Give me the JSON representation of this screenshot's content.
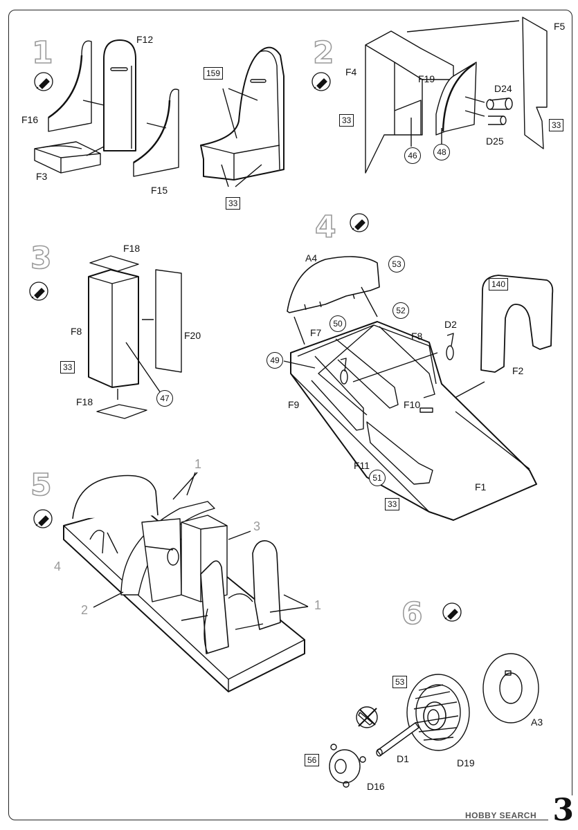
{
  "page_number": "3",
  "watermark": "HOBBY SEARCH",
  "steps": [
    {
      "number": "1",
      "labels": [
        "F12",
        "F16",
        "F3",
        "F15"
      ],
      "boxes": [
        "159",
        "33"
      ]
    },
    {
      "number": "2",
      "labels": [
        "F5",
        "F4",
        "F19",
        "D24",
        "D25"
      ],
      "boxes": [
        "33",
        "33"
      ],
      "circles": [
        "46",
        "48"
      ]
    },
    {
      "number": "3",
      "labels": [
        "F18",
        "F8",
        "F20",
        "F18"
      ],
      "boxes": [
        "33"
      ],
      "circles": [
        "47"
      ]
    },
    {
      "number": "4",
      "labels": [
        "A4",
        "F7",
        "F8",
        "D2",
        "F2",
        "F9",
        "F10",
        "F11",
        "F1"
      ],
      "boxes": [
        "140",
        "33"
      ],
      "circles": [
        "53",
        "50",
        "52",
        "49",
        "51"
      ]
    },
    {
      "number": "5",
      "sublabels": [
        "1",
        "3",
        "4",
        "2",
        "1"
      ]
    },
    {
      "number": "6",
      "labels": [
        "A3",
        "D1",
        "D19",
        "D16"
      ],
      "boxes": [
        "53",
        "56"
      ]
    }
  ],
  "icons": [
    "glue-icon",
    "glue-icon",
    "glue-icon",
    "glue-icon",
    "glue-icon",
    "glue-icon",
    "no-glue-icon"
  ]
}
